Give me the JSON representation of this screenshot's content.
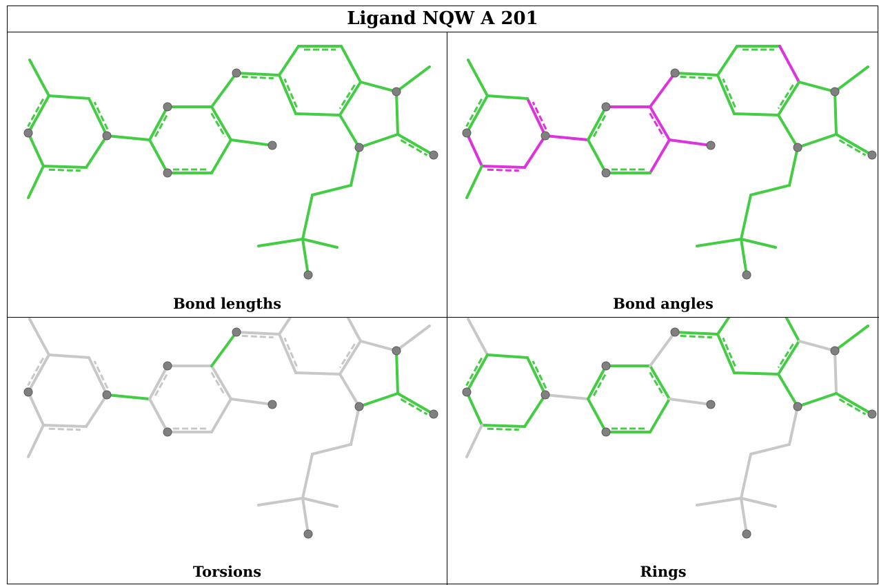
{
  "title": "Ligand NQW A 201",
  "panels": [
    {
      "key": "bl",
      "caption": "Bond lengths"
    },
    {
      "key": "ba",
      "caption": "Bond angles"
    },
    {
      "key": "to",
      "caption": "Torsions"
    },
    {
      "key": "ri",
      "caption": "Rings"
    }
  ],
  "colors": {
    "ok": "#44cc44",
    "outlier": "#dd33dd",
    "neutral": "#c8c8c8",
    "atom": "#808080"
  }
}
